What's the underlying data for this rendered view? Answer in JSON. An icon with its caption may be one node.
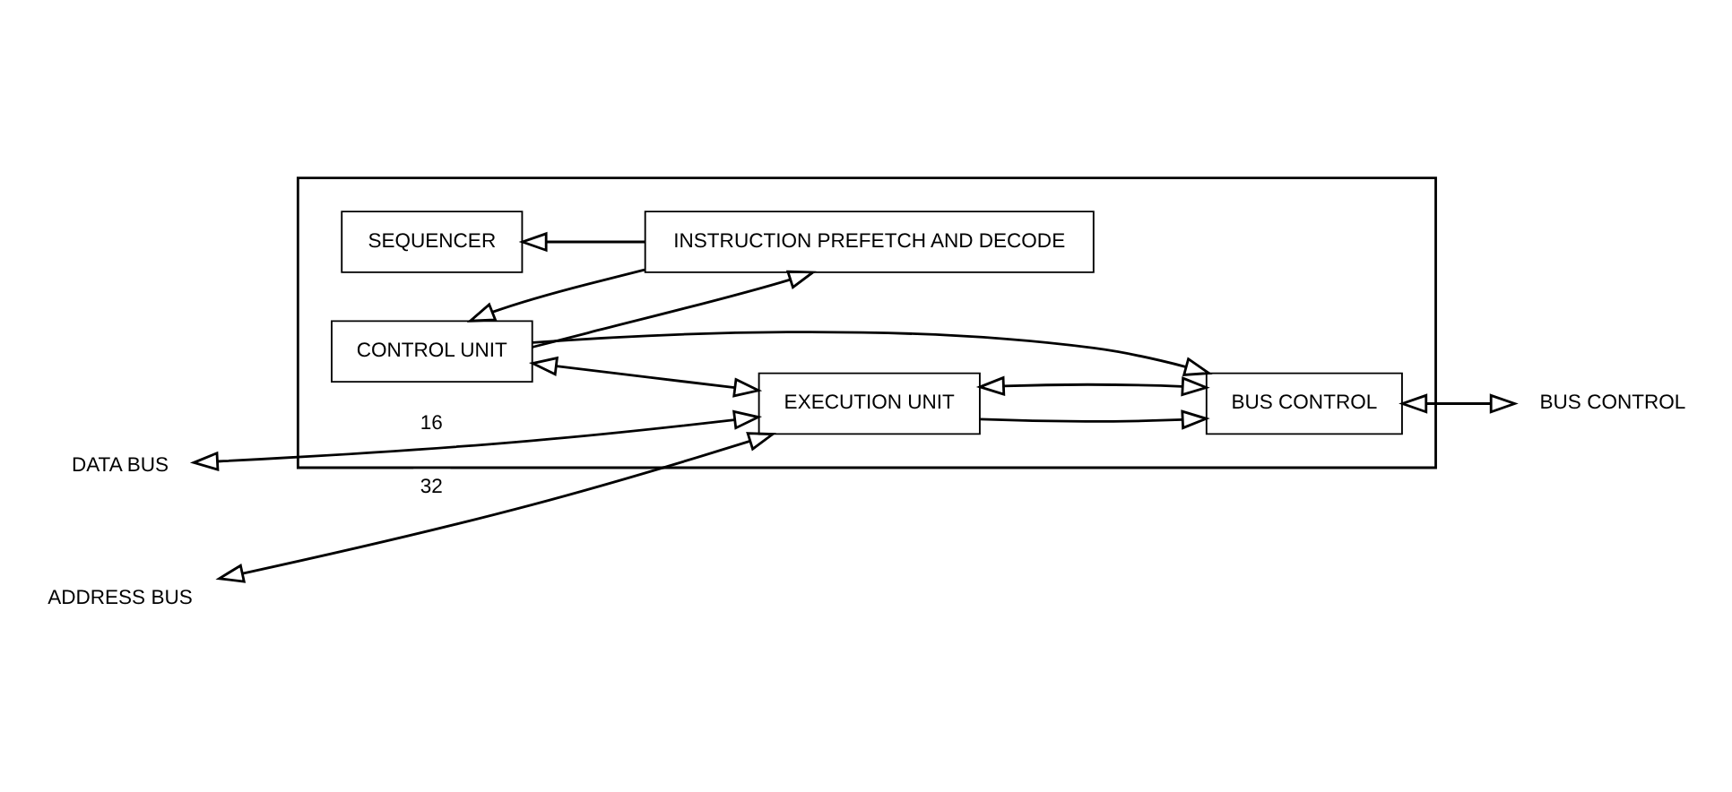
{
  "diagram": {
    "nodes": [
      {
        "text": [],
        "shape": "box"
      },
      {
        "text": [
          "SEQUENCER"
        ],
        "in": 0
      },
      {
        "text": [
          "CONTROL UNIT"
        ],
        "in": 0
      },
      {
        "text": [
          "INSTRUCTION PREFETCH AND DECODE"
        ],
        "in": 0
      },
      {
        "text": [
          "EXECUTION UNIT"
        ],
        "in": 0
      },
      {
        "text": [
          "BUS CONTROL"
        ],
        "in": 0
      },
      {
        "text": [
          "DATA BUS"
        ]
      },
      {
        "text": [
          "ADDRESS BUS"
        ]
      },
      {
        "text": [
          "BUS CONTROL"
        ]
      }
    ],
    "edges": [
      {
        "from": 3,
        "to": 1,
        "arrow": "to"
      },
      {
        "from": 3,
        "to": 2,
        "arrow": "to"
      },
      {
        "from": 2,
        "to": 4,
        "arrow": "both"
      },
      {
        "from": 2,
        "to": 3,
        "arrow": "to"
      },
      {
        "from": 2,
        "to": 5,
        "arrow": "to"
      },
      {
        "from": 4,
        "to": 5,
        "arrow": "to"
      },
      {
        "from": 4,
        "to": 5,
        "arrow": "both"
      },
      {
        "from": 6,
        "to": 4,
        "arrow": "both",
        "label": "16"
      },
      {
        "from": 7,
        "to": 4,
        "arrow": "both",
        "label": "32"
      },
      {
        "from": 5,
        "to": 8,
        "arrow": "both"
      }
    ]
  }
}
